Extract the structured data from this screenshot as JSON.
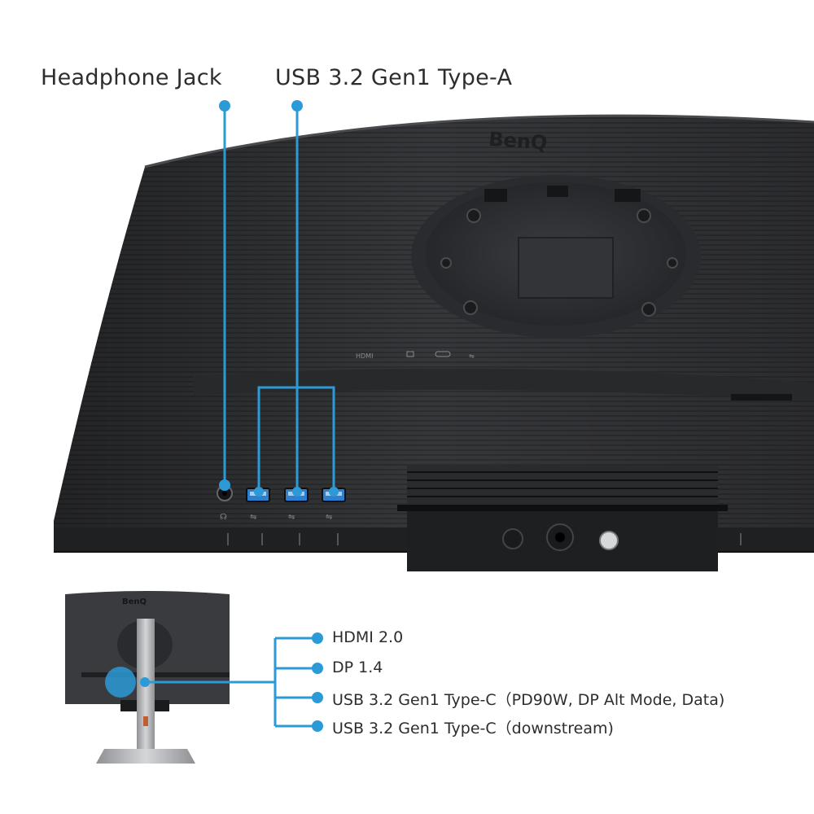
{
  "labels": {
    "headphone_jack": "Headphone Jack",
    "usb_type_a": "USB 3.2 Gen1 Type-A",
    "ports": [
      "HDMI 2.0",
      "DP 1.4",
      "USB 3.2 Gen1 Type-C（PD90W, DP Alt Mode, Data)",
      "USB 3.2 Gen1 Type-C（downstream)"
    ]
  },
  "brand": "BenQ",
  "icons": [
    "headphone-icon",
    "usb-icon",
    "joystick-icon",
    "power-icon",
    "hdmi-marking",
    "dp-marking",
    "usbc-marking"
  ],
  "colors": {
    "accent": "#2b9ad6",
    "monitor_body": "#3a3b3d",
    "monitor_dark": "#1e1f21",
    "usb_blue": "#2f7fd0",
    "stand_silver": "#b9bbbd"
  }
}
